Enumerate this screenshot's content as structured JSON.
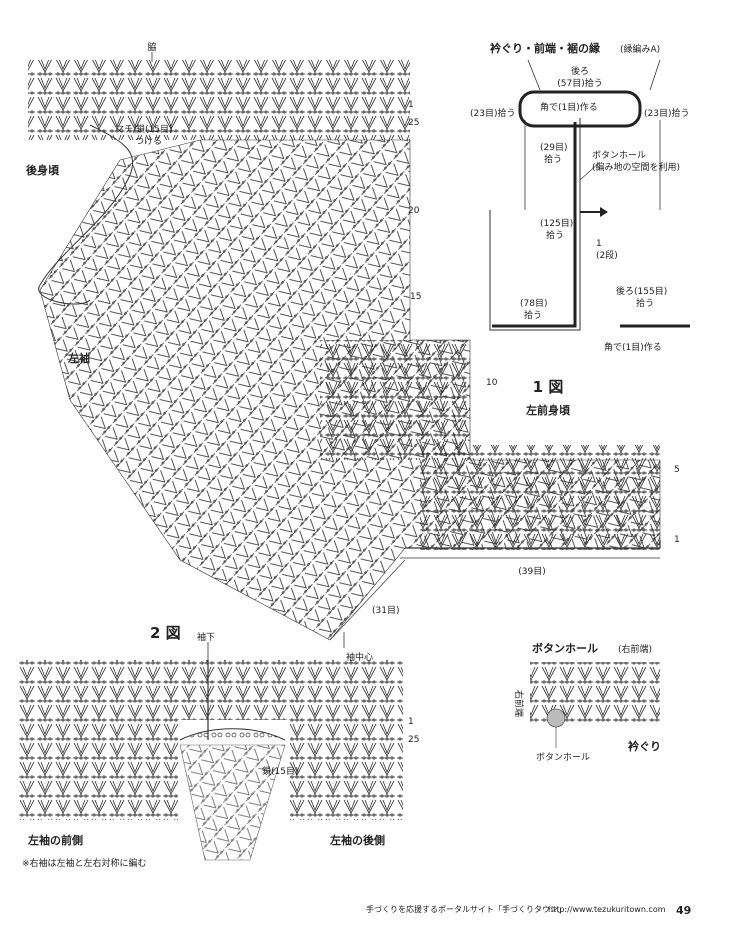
{
  "colors": {
    "ink": "#222222",
    "paper": "#ffffff"
  },
  "fig1": {
    "number": "1 図",
    "top_label": "脇",
    "back_body": "後身頃",
    "left_sleeve": "左袖",
    "left_front_body": "左前身頃",
    "gusset": "マチ/鎖(15目)",
    "gusset_2": "つける",
    "count_39": "(39目)",
    "count_31": "(31目)",
    "sleeve_center": "袖中心",
    "row_markers": [
      "1",
      "25",
      "20",
      "15",
      "10",
      "5",
      "1"
    ]
  },
  "fig2": {
    "number": "2 図",
    "sleeve_under": "袖下",
    "front_side": "左袖の前側",
    "back_side": "左袖の後側",
    "chain": "鎖(15目)",
    "row_markers": [
      "1",
      "25"
    ],
    "note": "※右袖は左袖と左右対称に編む"
  },
  "edging": {
    "title": "衿ぐり・前端・裾の縁",
    "title_sub": "(縁編みA)",
    "back": "後ろ",
    "back_count": "(57目)拾う",
    "corner_1": "角で(1目)作る",
    "left_23": "(23目)拾う",
    "right_23": "(23目)拾う",
    "pick_29": "(29目)",
    "pick_29_2": "拾う",
    "buttonhole": "ボタンホール",
    "buttonhole_2": "(編み地の空間を利用)",
    "pick_125": "(125目)",
    "pick_125_2": "拾う",
    "rows": "1",
    "rows_2": "(2段)",
    "back_155": "後ろ(155目)",
    "back_155_2": "拾う",
    "pick_78": "(78目)",
    "pick_78_2": "拾う",
    "corner_2": "角で(1目)作る"
  },
  "buttonhole_detail": {
    "title": "ボタンホール",
    "sub": "(右前端)",
    "edge_label": "右前端",
    "hole": "ボタンホール",
    "neckline": "衿ぐり"
  },
  "footer": {
    "text": "手づくりを応援するポータルサイト「手づくりタウン」",
    "url": "http://www.tezukuritown.com",
    "page": "49"
  }
}
